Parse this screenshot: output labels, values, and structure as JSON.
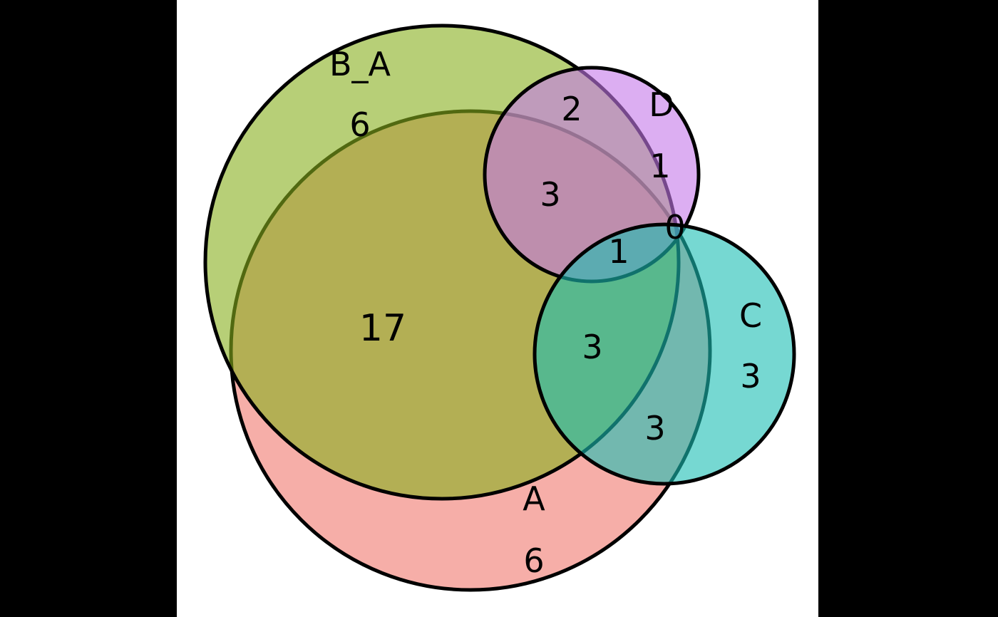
{
  "chart_data": {
    "type": "venn",
    "title": "",
    "background": "#ffffff",
    "outline_color": "#000000",
    "sets": [
      {
        "name": "A",
        "label": "A",
        "only_count": "6",
        "fill": "#f0786e",
        "rendered_color": "#f6afa8"
      },
      {
        "name": "B_A",
        "label": "B_A",
        "only_count": "6",
        "fill": "#87af1c",
        "rendered_color": "#b7cf77"
      },
      {
        "name": "D",
        "label": "D",
        "only_count": "1",
        "fill": "#c578e9",
        "rendered_color": "#dcaef2"
      },
      {
        "name": "C",
        "label": "C",
        "only_count": "3",
        "fill": "#1bbeb4",
        "rendered_color": "#76d8d2"
      }
    ],
    "regions": [
      {
        "sets": [
          "B_A"
        ],
        "value": 6
      },
      {
        "sets": [
          "A"
        ],
        "value": 6
      },
      {
        "sets": [
          "D"
        ],
        "value": 1
      },
      {
        "sets": [
          "C"
        ],
        "value": 3
      },
      {
        "sets": [
          "A",
          "B_A"
        ],
        "value": 17
      },
      {
        "sets": [
          "B_A",
          "D"
        ],
        "value": 2
      },
      {
        "sets": [
          "A",
          "B_A",
          "D"
        ],
        "value": 3
      },
      {
        "sets": [
          "C",
          "D"
        ],
        "value": 0
      },
      {
        "sets": [
          "A",
          "B_A",
          "C",
          "D"
        ],
        "value": 1
      },
      {
        "sets": [
          "A",
          "B_A",
          "C"
        ],
        "value": 3
      },
      {
        "sets": [
          "A",
          "C"
        ],
        "value": 3
      }
    ],
    "labels": [
      {
        "text": "B_A",
        "region": "set-label B_A"
      },
      {
        "text": "6",
        "region": "B_A only"
      },
      {
        "text": "2",
        "region": "B_A and D"
      },
      {
        "text": "D",
        "region": "set-label D"
      },
      {
        "text": "1",
        "region": "D only"
      },
      {
        "text": "3",
        "region": "A and B_A and D"
      },
      {
        "text": "0",
        "region": "C and D"
      },
      {
        "text": "1",
        "region": "A and B_A and C and D"
      },
      {
        "text": "17",
        "region": "A and B_A"
      },
      {
        "text": "C",
        "region": "set-label C"
      },
      {
        "text": "3",
        "region": "C only"
      },
      {
        "text": "3",
        "region": "A and B_A and C"
      },
      {
        "text": "3",
        "region": "A and C"
      },
      {
        "text": "A",
        "region": "set-label A"
      },
      {
        "text": "6",
        "region": "A only"
      }
    ]
  }
}
